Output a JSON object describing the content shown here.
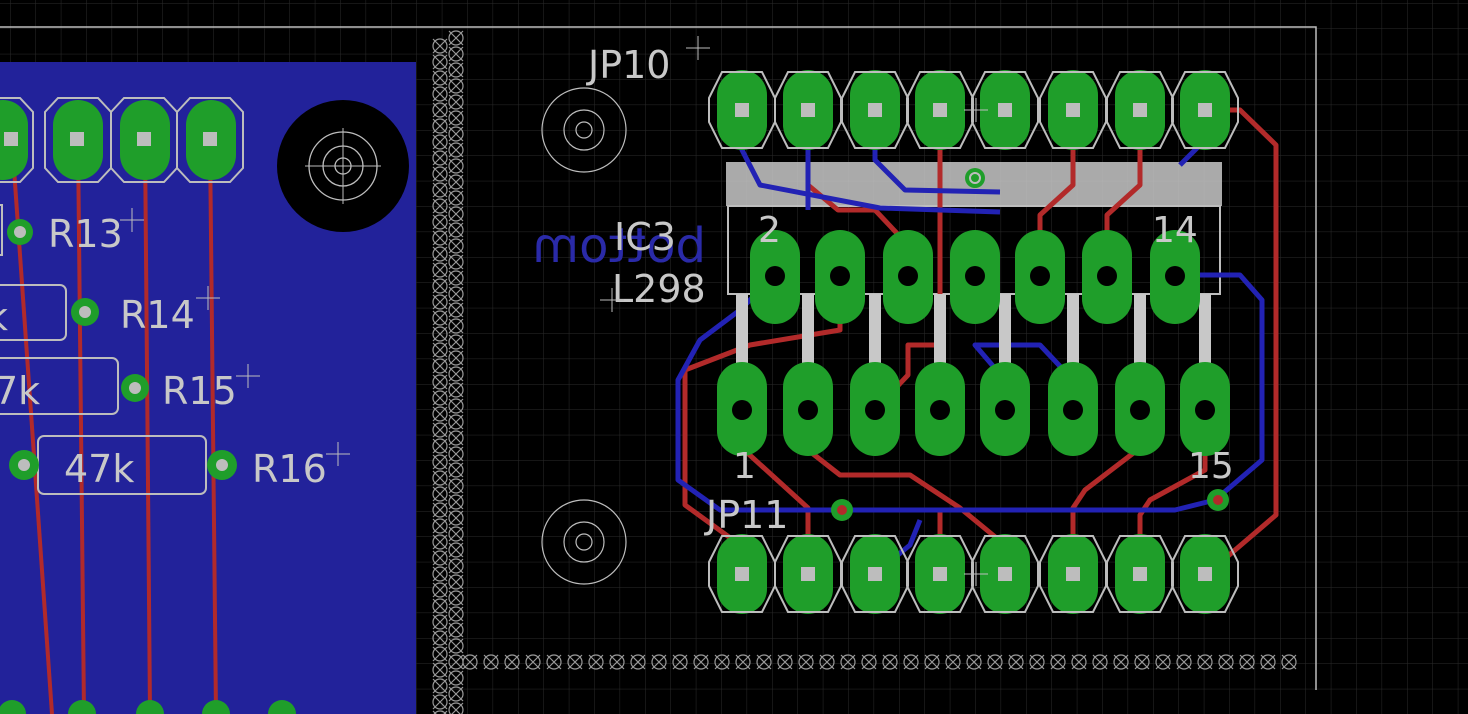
{
  "board": {
    "bottom_label": "bottom"
  },
  "components": {
    "jp10": {
      "name": "JP10"
    },
    "jp11": {
      "name": "JP11"
    },
    "ic3": {
      "name": "IC3",
      "value": "L298",
      "pin_first_top": "2",
      "pin_last_top": "14",
      "pin_first_bottom": "1",
      "pin_last_bottom": "15"
    },
    "r13": {
      "name": "R13"
    },
    "r14": {
      "name": "R14",
      "value": "k"
    },
    "r15": {
      "name": "R15",
      "value": "7k"
    },
    "r16": {
      "name": "R16",
      "value": "47k"
    }
  },
  "colors": {
    "background": "#000000",
    "pad": "#1f9e2a",
    "top_trace": "#b22a2a",
    "bottom_trace": "#2222b4",
    "copper_pour": "#22229a",
    "silkscreen": "#c8c8c8",
    "grid": "#2b2b2b"
  }
}
